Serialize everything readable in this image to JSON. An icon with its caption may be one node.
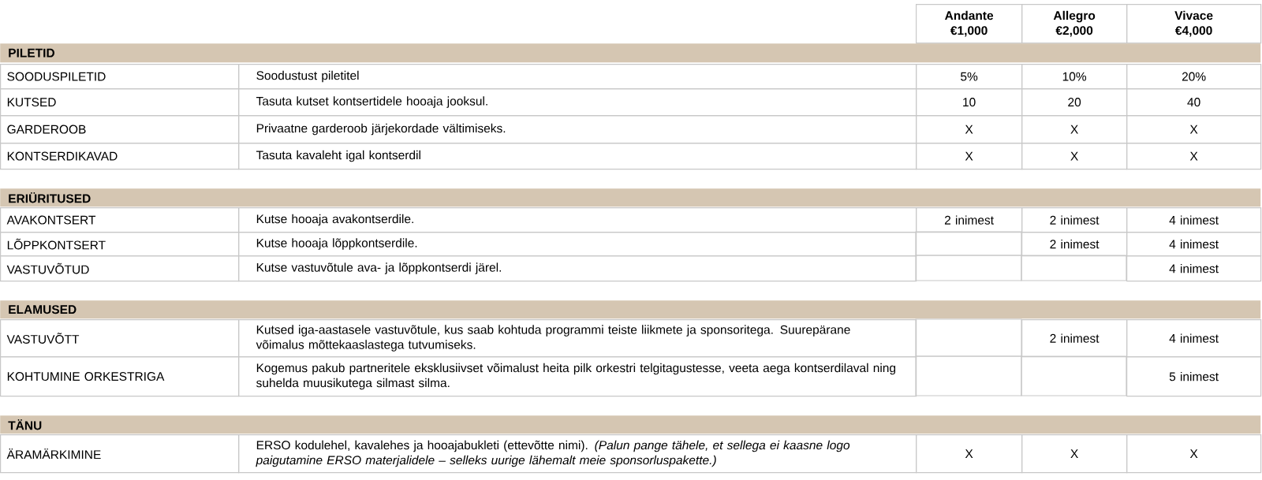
{
  "diagram": {
    "labels": [
      "Andante €1,000",
      "Allegro €2,000",
      "Vivace €4,000",
      "PILETID",
      "SOODUSPILETID",
      "Soodustust piletitel",
      "5%",
      "10%",
      "20%",
      "KUTSED",
      "Tasuta kutset kontsertidele hooaja jooksul.",
      "10",
      "20",
      "40",
      "GARDEROOB",
      "Privaatne garderoob järjekordade vältimiseks.",
      "X",
      "X",
      "X",
      "KONTSERDIKAVAD",
      "Tasuta kavaleht igal kontserdil",
      "X",
      "X",
      "X",
      "ERIÜRITUSED",
      "AVAKONTSERT",
      "Kutse hooaja avakontserdile.",
      "2 inimest",
      "2 inimest",
      "4 inimest",
      "LÕPPKONTSERT",
      "Kutse hooaja lõppkontserdile.",
      "2 inimest",
      "4 inimest",
      "VASTUVÕTUD",
      "Kutse vastuvõtule ava- ja lõppkontserdi järel.",
      "4 inimest",
      "ELAMUSED",
      "VASTUVÕTT",
      "Kutsed iga-aastasele vastuvõtule, kus saab kohtuda programmi teiste liikmete ja sponsoritega. Suurepärane võimalus mõttekaaslastega tutvumiseks.",
      "2 inimest",
      "4 inimest",
      "KOHTUMINE ORKESTRIGA",
      "Kogemus pakub partneritele eksklusiivset võimalust heita pilk orkestri telgitagustesse, veeta aega kontserdilaval ning suhelda muusikutega silmast silma.",
      "5 inimest",
      "TÄNU",
      "ÄRAMÄRKIMINE",
      "ERSO kodulehel, kavalehes ja hooajabukleti (ettevõtte nimi). *(Palun pange tähele, et sellega ei kaasne logo paigutamine ERSO materjalidele – selleks uurige lähemalt meie sponsorluspakette.)*",
      "X",
      "X",
      "X"
    ]
  }
}
